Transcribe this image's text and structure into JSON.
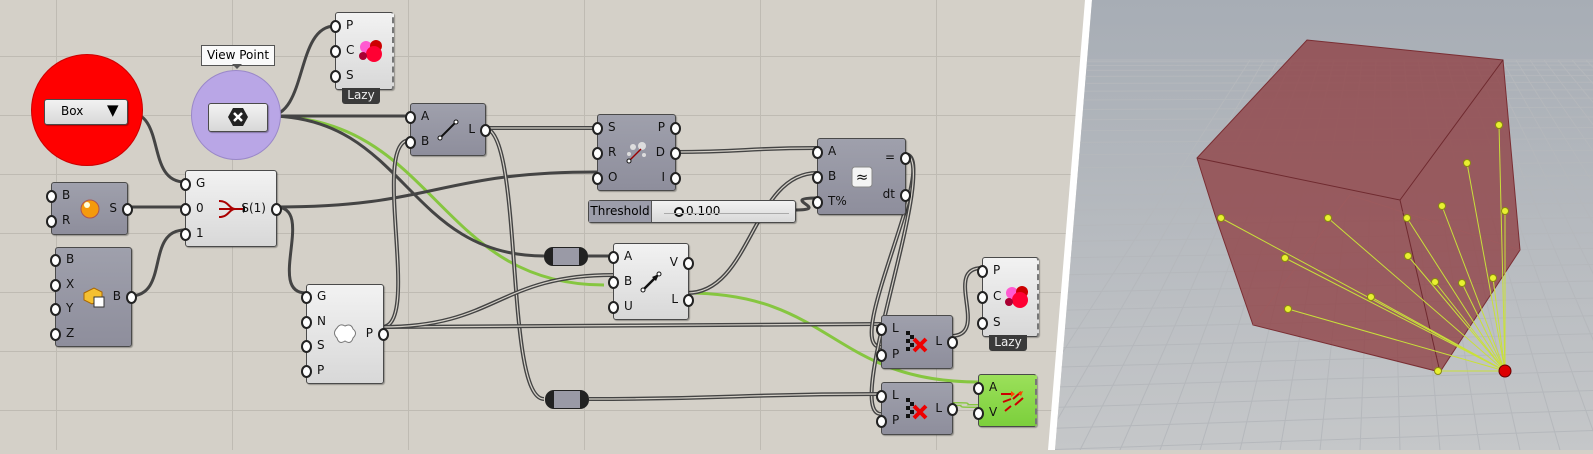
{
  "canvas": {
    "box_dropdown": {
      "label": "Box"
    },
    "view_point": {
      "tooltip": "View Point"
    },
    "nodes": [
      {
        "id": "preview1",
        "inputs": [
          "P",
          "C",
          "S"
        ],
        "outputs": [],
        "badge": "Lazy",
        "icon": "custom-preview-icon"
      },
      {
        "id": "line",
        "inputs": [
          "A",
          "B"
        ],
        "outputs": [
          "L"
        ],
        "icon": "line-icon"
      },
      {
        "id": "sphere",
        "inputs": [
          "B",
          "R"
        ],
        "outputs": [
          "S"
        ],
        "icon": "sphere-icon"
      },
      {
        "id": "box",
        "inputs": [
          "B",
          "X",
          "Y",
          "Z"
        ],
        "outputs": [
          "B"
        ],
        "icon": "box-icon"
      },
      {
        "id": "stream",
        "inputs": [
          "G",
          "0",
          "1"
        ],
        "outputs": [
          "S(1)"
        ],
        "icon": "stream-gate-icon"
      },
      {
        "id": "populate",
        "inputs": [
          "G",
          "N",
          "S",
          "P"
        ],
        "outputs": [
          "P"
        ],
        "icon": "populate-geometry-icon"
      },
      {
        "id": "closest",
        "inputs": [
          "S",
          "R",
          "O"
        ],
        "outputs": [
          "P",
          "D",
          "I"
        ],
        "icon": "closest-points-icon"
      },
      {
        "id": "equality",
        "inputs": [
          "A",
          "B",
          "T%"
        ],
        "outputs": [
          "=",
          "dt"
        ],
        "icon": "similarity-icon"
      },
      {
        "id": "vector",
        "inputs": [
          "A",
          "B",
          "U"
        ],
        "outputs": [
          "V",
          "L"
        ],
        "icon": "vector-2pt-icon"
      },
      {
        "id": "cull1",
        "inputs": [
          "L",
          "P"
        ],
        "outputs": [
          "L"
        ],
        "icon": "cull-pattern-icon"
      },
      {
        "id": "preview2",
        "inputs": [
          "P",
          "C",
          "S"
        ],
        "outputs": [],
        "badge": "Lazy",
        "icon": "custom-preview-icon"
      },
      {
        "id": "cull2",
        "inputs": [
          "L",
          "P"
        ],
        "outputs": [
          "L"
        ],
        "icon": "cull-pattern-icon"
      },
      {
        "id": "vecdisplay",
        "inputs": [
          "A",
          "V"
        ],
        "outputs": [],
        "icon": "vector-display-icon"
      }
    ],
    "slider": {
      "label": "Threshold",
      "value": "0.100"
    }
  },
  "colors": {
    "canvas": "#d4d0c8",
    "node": "#9496a3",
    "selected_green": "#7ccf3c",
    "wire": "#444444",
    "green_wire": "#86c640",
    "red_group": "#ff0000",
    "purple_group": "#b9a6e6"
  }
}
